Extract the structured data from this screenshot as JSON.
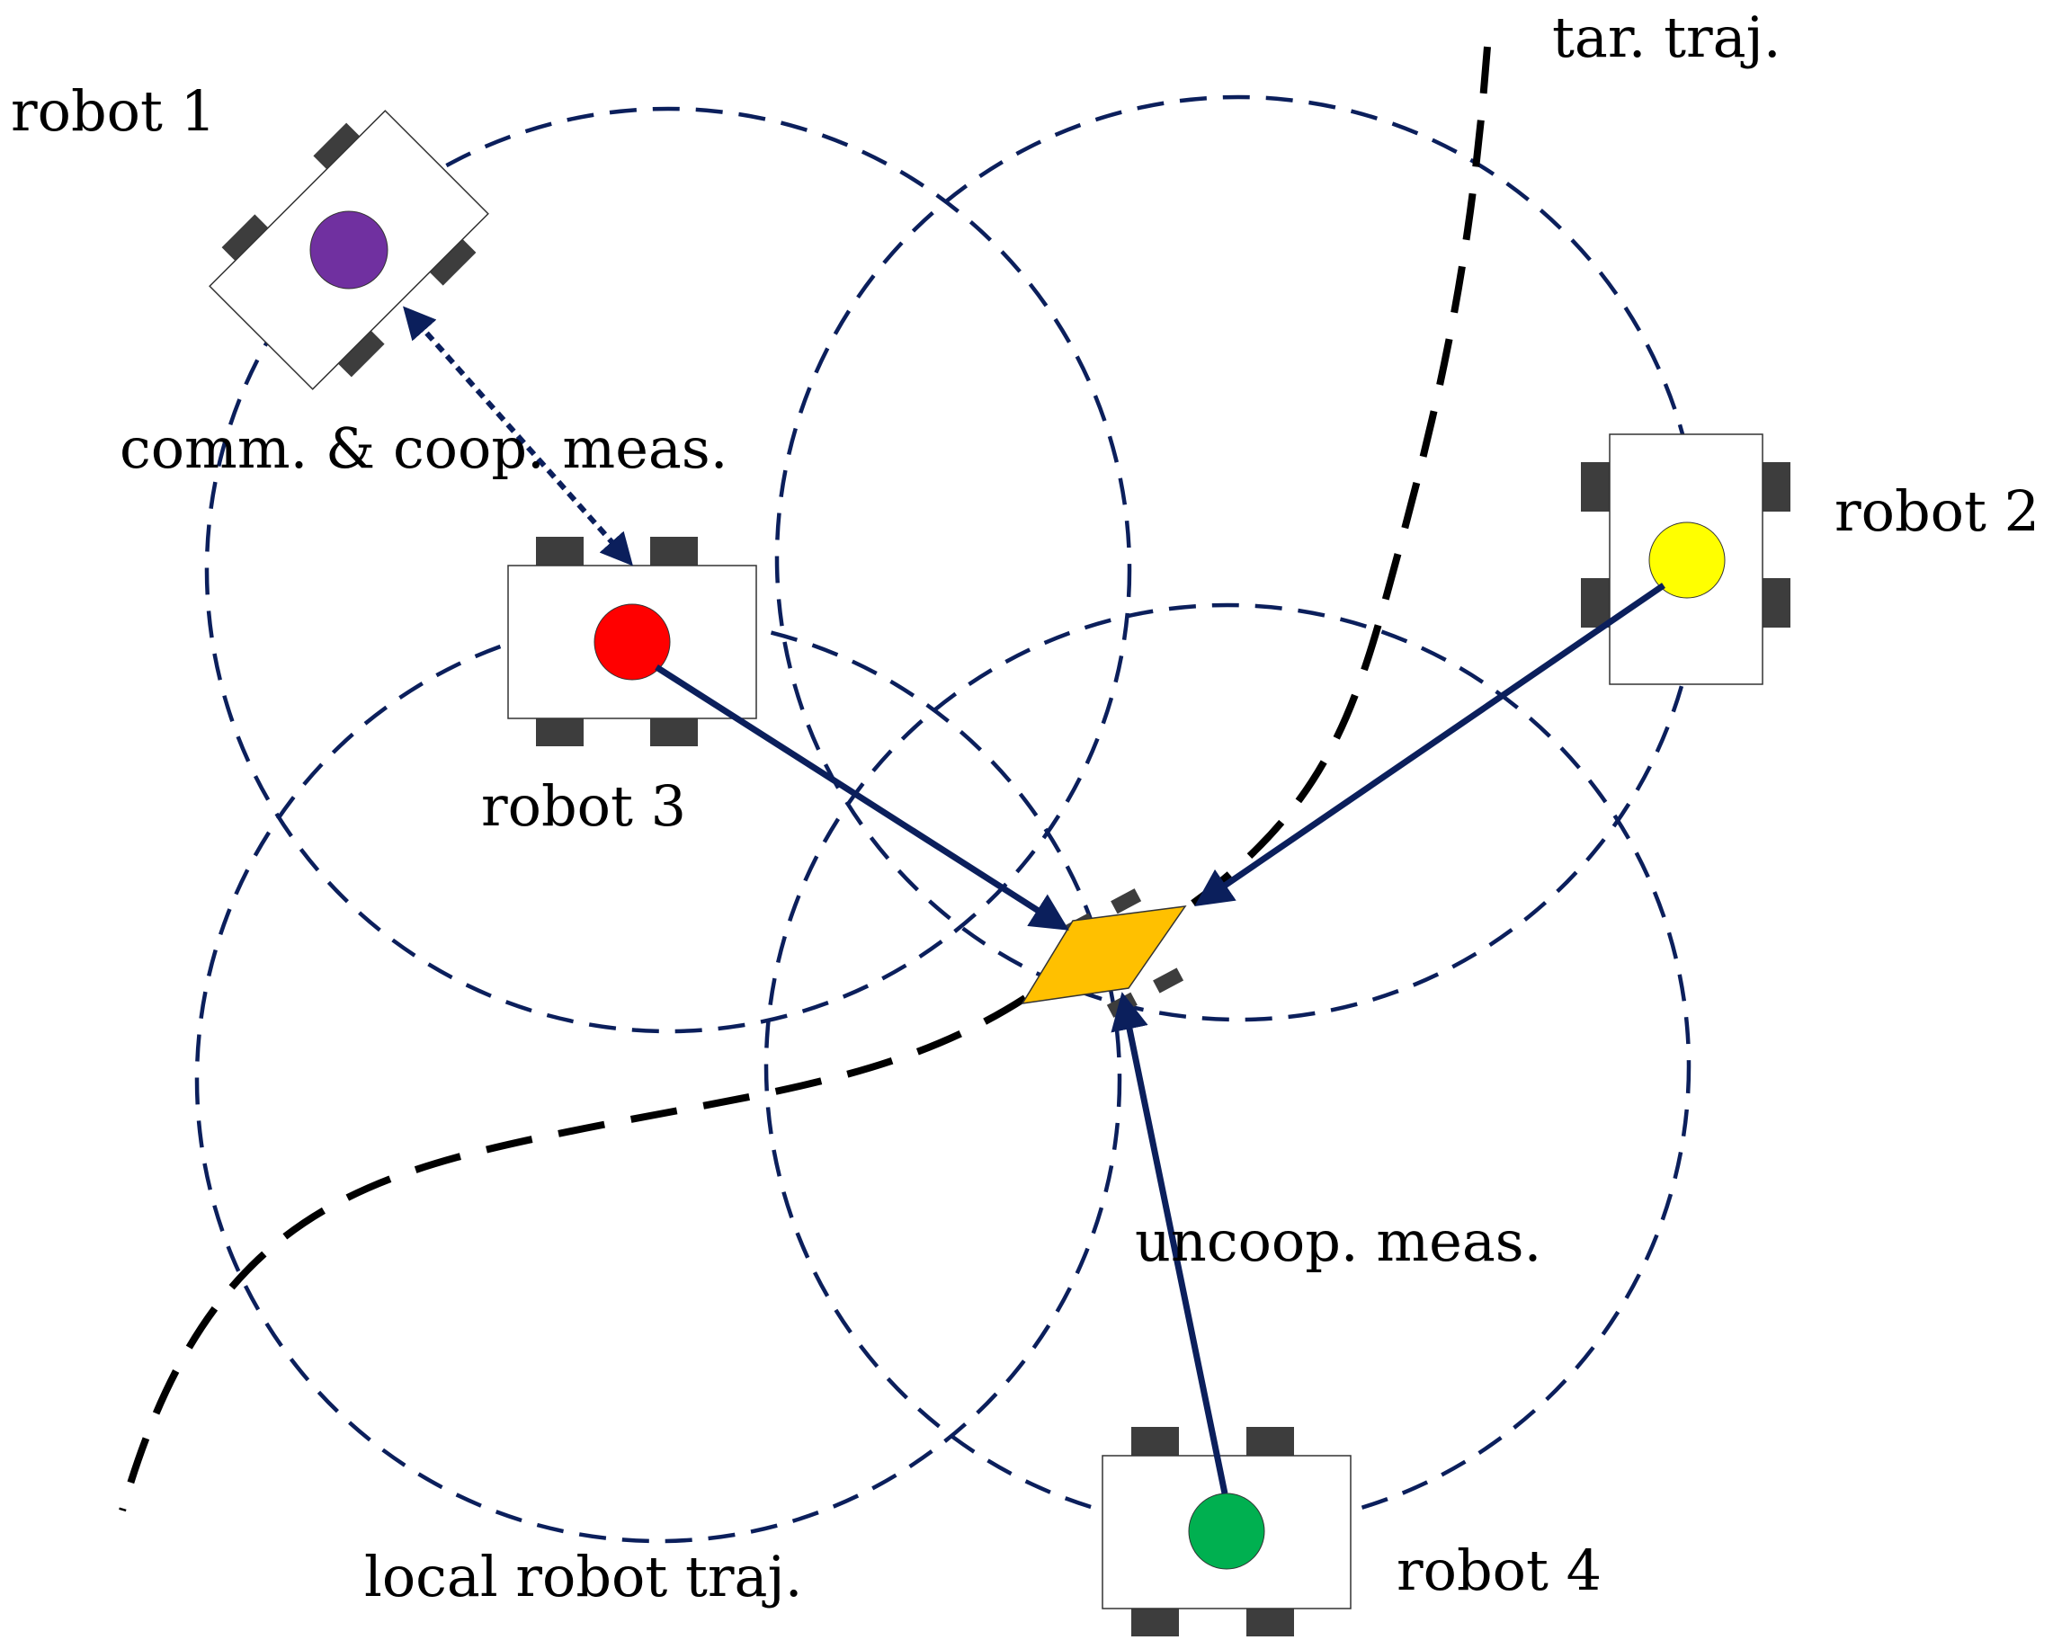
{
  "labels": {
    "robot1": "robot 1",
    "robot2": "robot 2",
    "robot3": "robot 3",
    "robot4": "robot 4",
    "target_trajectory": "tar. traj.",
    "comm_coop_meas": "comm. & coop. meas.",
    "uncoop_meas": "uncoop. meas.",
    "local_robot_traj": "local robot traj."
  },
  "colors": {
    "robot1_marker": "#7030a0",
    "robot2_marker": "#ffff00",
    "robot3_marker": "#ff0000",
    "robot4_marker": "#00b050",
    "target": "#ffc000",
    "range_circle": "#0b1f5c",
    "measurement_arrow": "#0b1f5c",
    "trajectory": "#000000"
  }
}
